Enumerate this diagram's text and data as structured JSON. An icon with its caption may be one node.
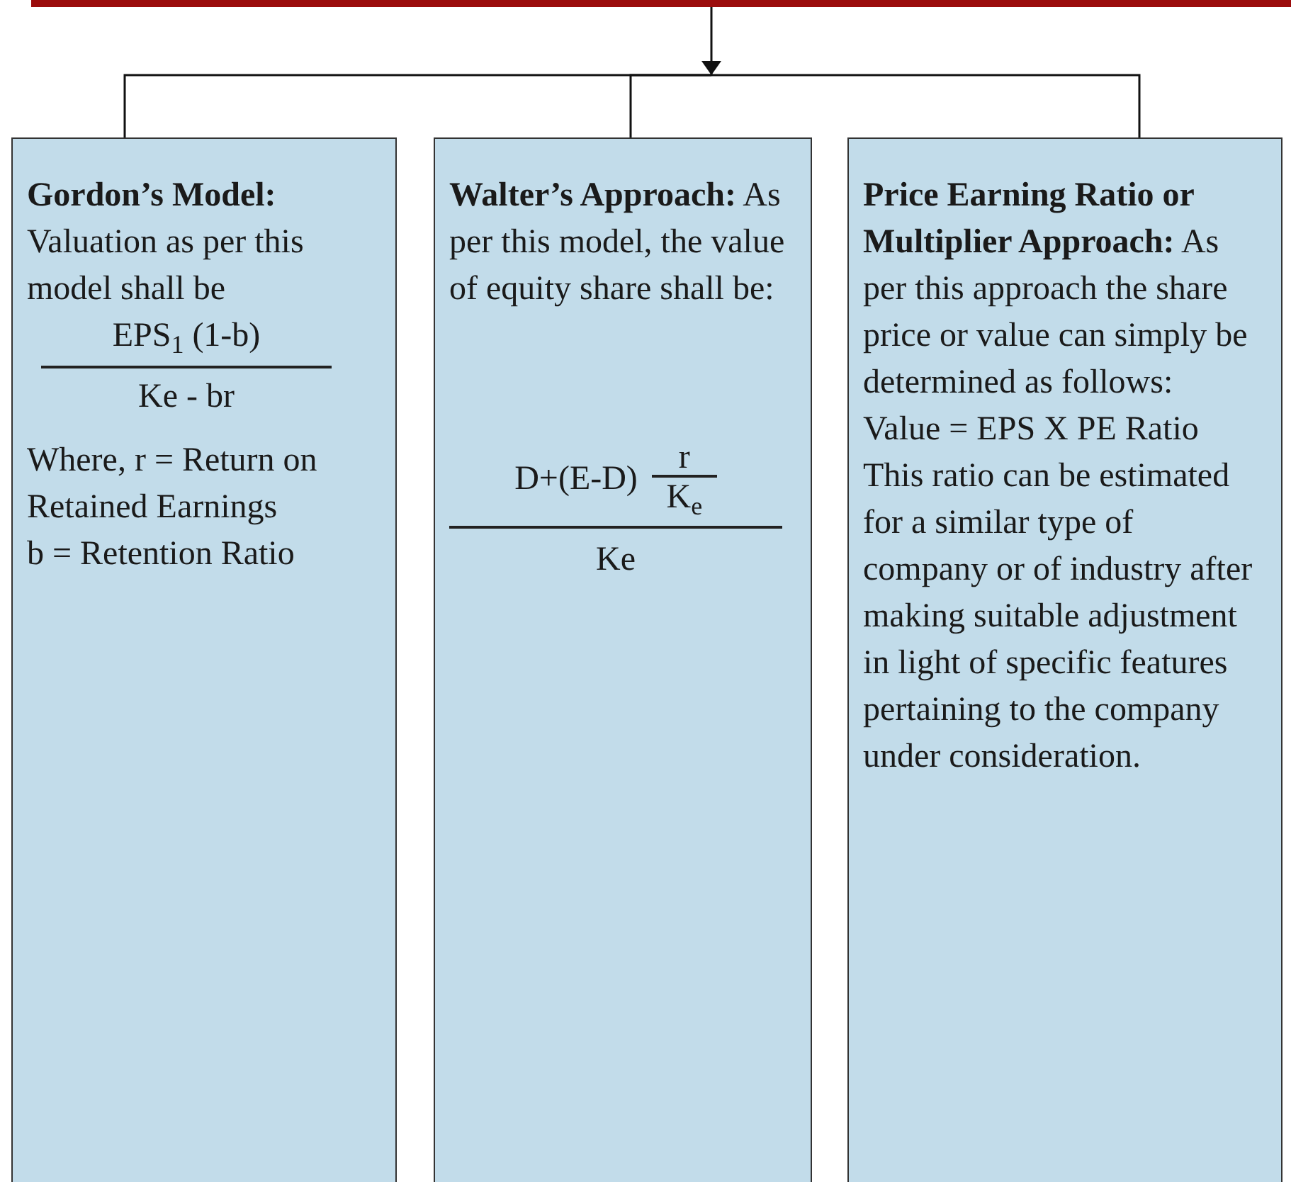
{
  "diagram": {
    "nodes": [
      {
        "text": [],
        "shape": "bar"
      },
      {
        "text": [
          "**Gordon’s Model:** Valuation as per this model shall be",
          "EPS$_{1}$ (1-b)",
          "Ke - br",
          "Where,  r = Return on Retained Earnings",
          "b = Retention Ratio"
        ]
      },
      {
        "text": [
          "**Walter’s Approach:** As per this model, the value of equity share shall be:",
          "D+(E-D)",
          "r",
          "K$_{e}$",
          "Ke"
        ]
      },
      {
        "text": [
          "**Price Earning Ratio or Multiplier Approach:** As per this approach the share price or value can simply be determined as follows:",
          "Value = EPS X PE Ratio",
          "This ratio can be estimated for a similar type of company or of industry after making suitable adjustment in light of specific features pertaining to the company under consideration."
        ]
      }
    ],
    "edges": [
      {
        "from": 0,
        "to": null,
        "arrow": "to"
      },
      {
        "from": null,
        "to": 1,
        "arrow": "none"
      },
      {
        "from": null,
        "to": 2,
        "arrow": "none"
      },
      {
        "from": null,
        "to": 3,
        "arrow": "none"
      }
    ]
  }
}
